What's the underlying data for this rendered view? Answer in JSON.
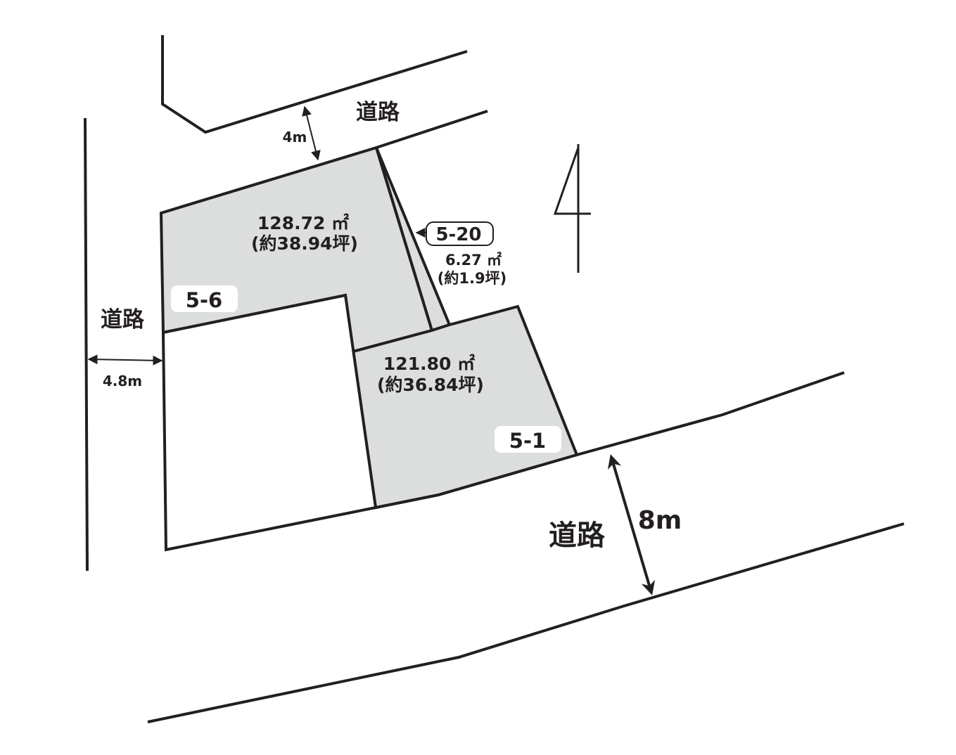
{
  "roads": {
    "north_label": "道路",
    "north_width": "4m",
    "west_label": "道路",
    "west_width": "4.8m",
    "south_label": "道路",
    "south_width": "8m"
  },
  "lots": {
    "lot_5_6": {
      "number": "5-6",
      "area": "128.72 ㎡",
      "tsubo": "(約38.94坪)"
    },
    "lot_5_20": {
      "number": "5-20",
      "area": "6.27 ㎡",
      "tsubo": "(約1.9坪)"
    },
    "lot_5_1": {
      "number": "5-1",
      "area": "121.80 ㎡",
      "tsubo": "(約36.84坪)"
    }
  },
  "colors": {
    "line": "#231f20",
    "lot_fill": "#dcdddd",
    "label_bg": "#ffffff"
  },
  "icons": {
    "north_arrow": "north-arrow-icon"
  }
}
